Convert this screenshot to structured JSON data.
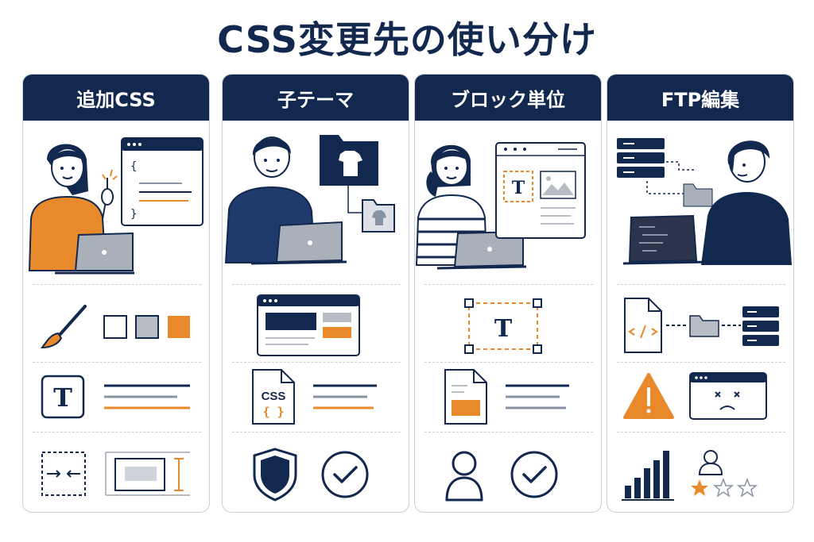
{
  "title": "CSS変更先の使い分け",
  "colors": {
    "navy": "#13284e",
    "orange": "#e8892b",
    "gray": "#b8bcc4",
    "border": "#c9ced8"
  },
  "cards": [
    {
      "header": "追加CSS",
      "icons": [
        "woman-laptop-illustration",
        "code-editor-window-icon",
        "paintbrush-icon",
        "color-swatch-icons",
        "text-type-icon",
        "text-lines-icon",
        "spacing-arrows-icon",
        "layout-box-icon"
      ]
    },
    {
      "header": "子テーマ",
      "icons": [
        "man-laptop-illustration",
        "theme-folder-icon",
        "child-theme-folder-icon",
        "browser-layout-icon",
        "css-file-icon",
        "text-lines-icon",
        "shield-icon",
        "check-circle-icon"
      ]
    },
    {
      "header": "ブロック単位",
      "icons": [
        "woman-laptop-illustration",
        "block-editor-window-icon",
        "selected-text-block-icon",
        "document-icon",
        "text-lines-icon",
        "user-icon",
        "check-circle-icon"
      ]
    },
    {
      "header": "FTP編集",
      "icons": [
        "man-laptop-illustration",
        "server-icon",
        "folder-icon",
        "code-file-icon",
        "folder-icon",
        "server-icon",
        "warning-icon",
        "error-browser-icon",
        "bar-chart-icon",
        "rating-icon"
      ]
    }
  ],
  "css_file_label": "CSS",
  "css_braces": "{ }",
  "text_glyph": "T",
  "code_brace_open": "{",
  "code_brace_close": "}"
}
